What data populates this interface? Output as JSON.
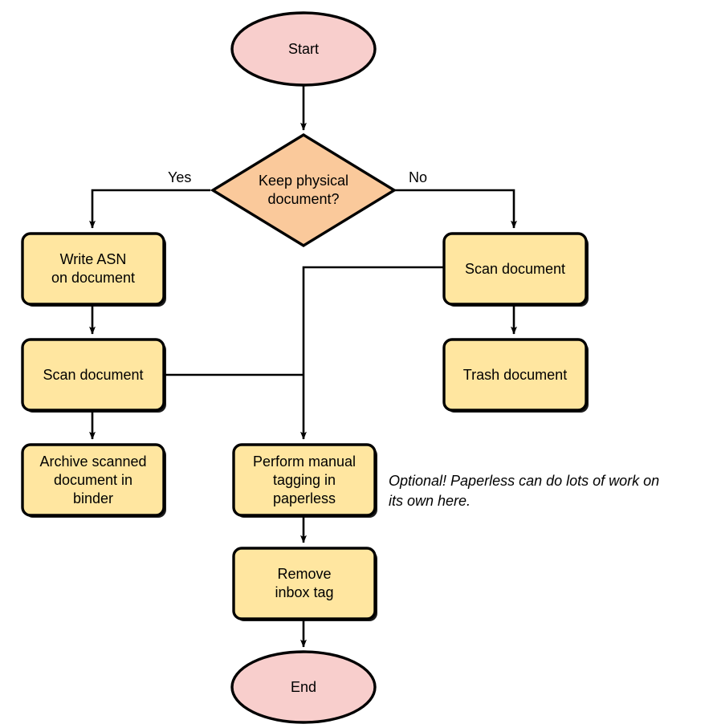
{
  "diagram": {
    "type": "flowchart",
    "orientation": "top-to-bottom",
    "background": "#ffffff",
    "colors": {
      "terminator_fill": "#f8cecc",
      "process_fill": "#ffe6a0",
      "decision_fill": "#fac99b",
      "stroke": "#000000",
      "text": "#000000",
      "shadow": "#1a1a1a"
    },
    "nodes": [
      {
        "id": "start",
        "shape": "ellipse",
        "label": "Start"
      },
      {
        "id": "keep_physical",
        "shape": "diamond",
        "label": "Keep physical\ndocument?"
      },
      {
        "id": "write_asn",
        "shape": "process",
        "label": "Write ASN\non document"
      },
      {
        "id": "scan_left",
        "shape": "process",
        "label": "Scan document"
      },
      {
        "id": "archive_binder",
        "shape": "process",
        "label": "Archive scanned\ndocument in\nbinder"
      },
      {
        "id": "scan_right",
        "shape": "process",
        "label": "Scan document"
      },
      {
        "id": "trash",
        "shape": "process",
        "label": "Trash document"
      },
      {
        "id": "manual_tagging",
        "shape": "process",
        "label": "Perform manual\ntagging in\npaperless"
      },
      {
        "id": "remove_inbox",
        "shape": "process",
        "label": "Remove\ninbox tag"
      },
      {
        "id": "end",
        "shape": "ellipse",
        "label": "End"
      }
    ],
    "edges": [
      {
        "from": "start",
        "to": "keep_physical",
        "label": ""
      },
      {
        "from": "keep_physical",
        "to": "write_asn",
        "label": "Yes"
      },
      {
        "from": "keep_physical",
        "to": "scan_right",
        "label": "No"
      },
      {
        "from": "write_asn",
        "to": "scan_left",
        "label": ""
      },
      {
        "from": "scan_left",
        "to": "archive_binder",
        "label": ""
      },
      {
        "from": "scan_left",
        "to": "manual_tagging",
        "label": ""
      },
      {
        "from": "scan_right",
        "to": "trash",
        "label": ""
      },
      {
        "from": "scan_right",
        "to": "manual_tagging",
        "label": ""
      },
      {
        "from": "manual_tagging",
        "to": "remove_inbox",
        "label": ""
      },
      {
        "from": "remove_inbox",
        "to": "end",
        "label": ""
      }
    ],
    "edge_labels": {
      "yes": "Yes",
      "no": "No"
    },
    "annotations": [
      {
        "id": "optional-note",
        "text": "Optional! Paperless can do lots of work on\nits own here."
      }
    ]
  }
}
